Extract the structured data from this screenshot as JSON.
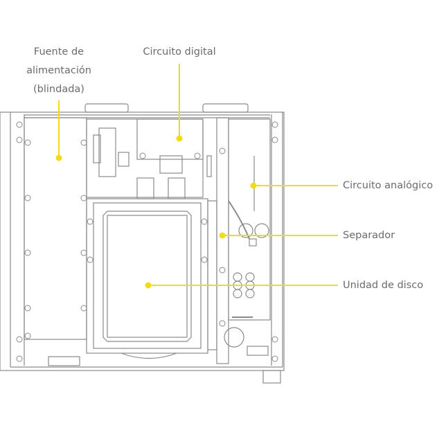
{
  "colors": {
    "callout": "#f2dc1a",
    "line": "#8a8a8a",
    "text": "#6b6b6b"
  },
  "labels": {
    "power_supply": [
      "Fuente de",
      "alimentación",
      "(blindada)"
    ],
    "digital_circuit": "Circuito digital",
    "analog_circuit": "Circuito analógico",
    "separator": "Separador",
    "disc_drive": "Unidad de disco"
  }
}
